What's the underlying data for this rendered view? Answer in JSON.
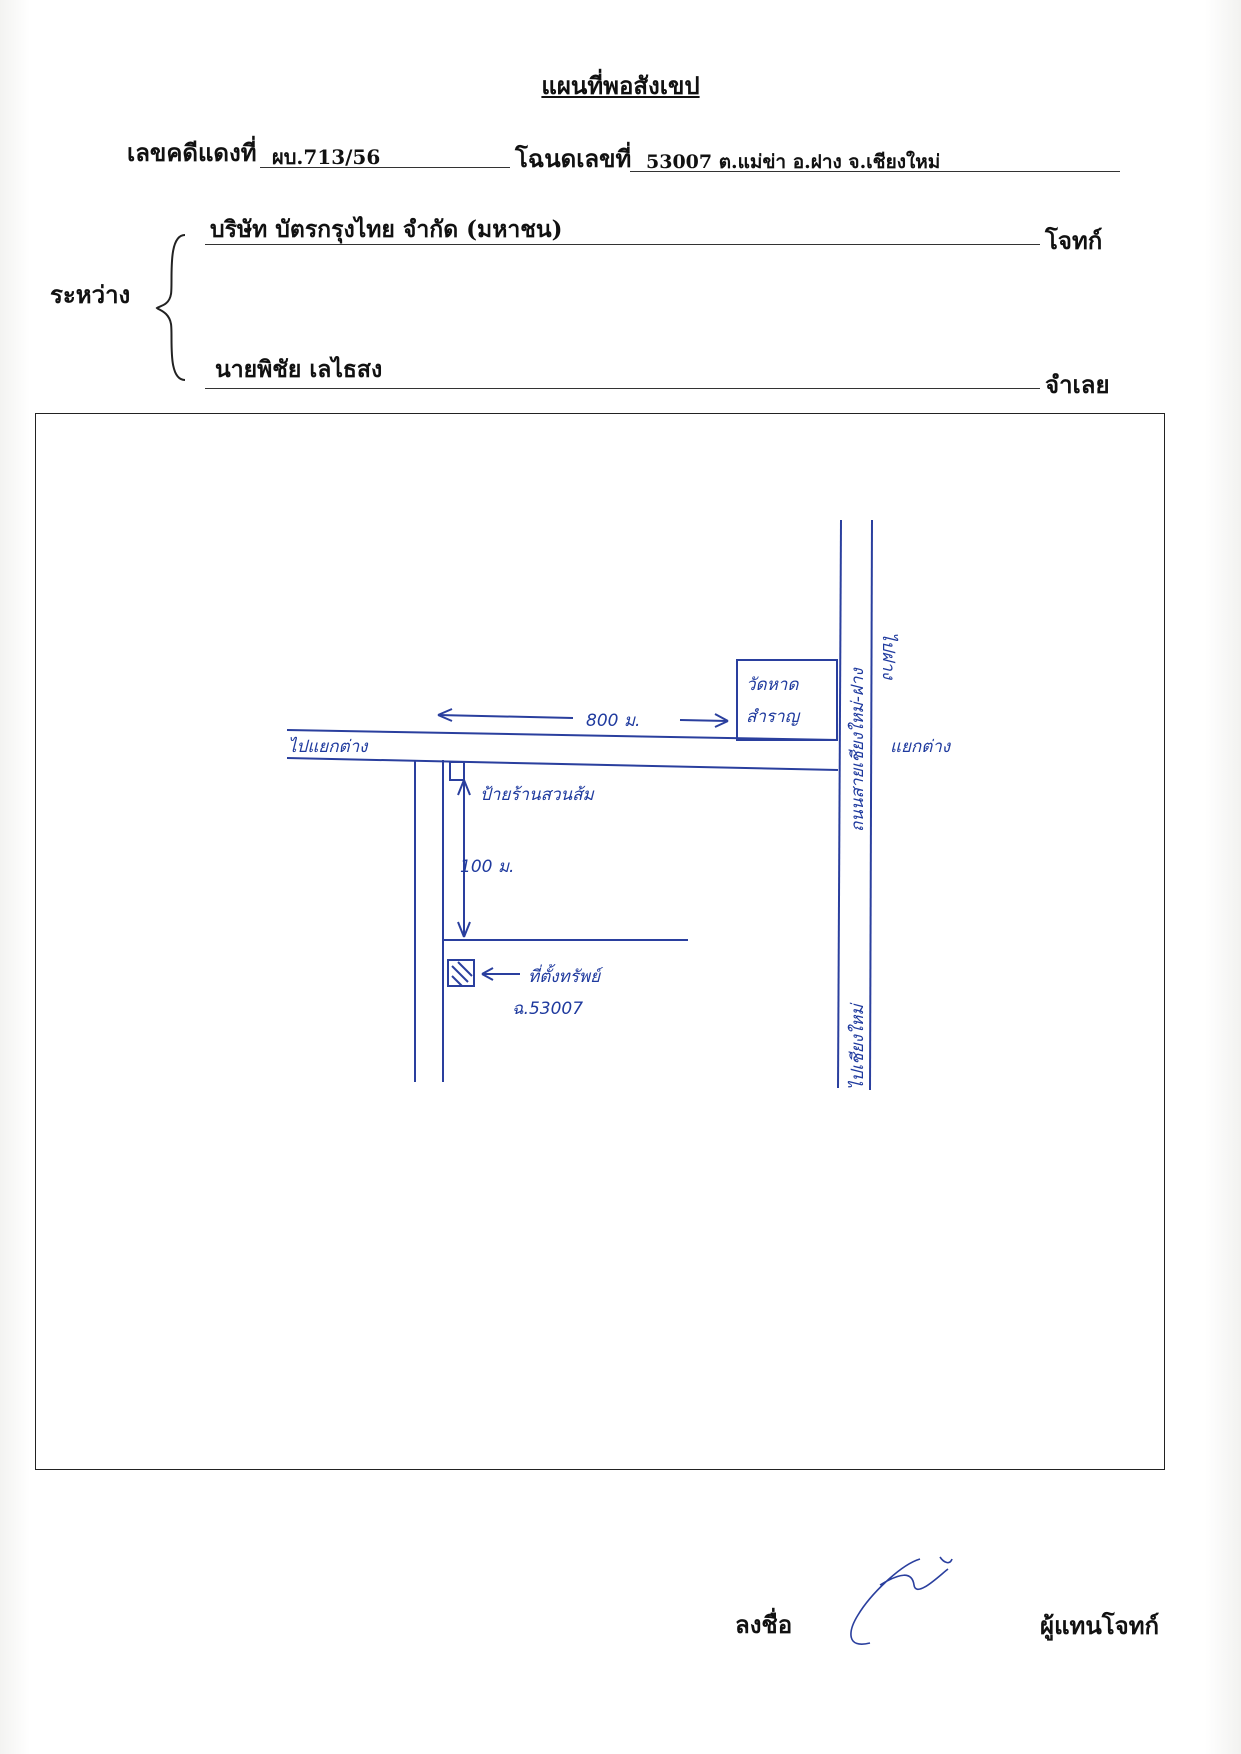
{
  "header": {
    "title": "แผนที่พอสังเขป",
    "case_label": "เลขคดีแดงที่",
    "case_value": "ผบ.713/56",
    "deed_label": "โฉนดเลขที่",
    "deed_value": "53007 ต.แม่ข่า อ.ฝาง จ.เชียงใหม่"
  },
  "parties": {
    "between_label": "ระหว่าง",
    "plaintiff_name": "บริษัท บัตรกรุงไทย  จำกัด (มหาชน)",
    "plaintiff_role": "โจทก์",
    "defendant_name": "นายพิชัย  เลไธสง",
    "defendant_role": "จำเลย"
  },
  "sketch": {
    "temple": [
      "วัดหาด",
      "สำราญ"
    ],
    "distance_800": "800 ม.",
    "road_left": "ไปแยกต่าง",
    "road_right": "แยกต่าง",
    "main_road": "ถนนสายเชียงใหม่-ฝาง",
    "to_north": "ไปฝาง",
    "to_south": "ไปเชียงใหม่",
    "shop_sign": "ป้ายร้านสวนส้ม",
    "distance_100": "100 ม.",
    "property_label": "ที่ตั้งทรัพย์",
    "deed_no": "ฉ.53007"
  },
  "footer": {
    "sign_label": "ลงชื่อ",
    "signer_role": "ผู้แทนโจทก์"
  },
  "colors": {
    "ink": "#2a3f9e",
    "text": "#111111"
  }
}
